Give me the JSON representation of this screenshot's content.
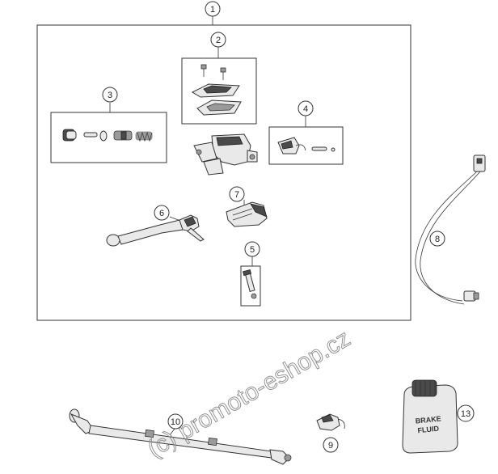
{
  "callouts": [
    {
      "id": "c1",
      "label": "1"
    },
    {
      "id": "c2",
      "label": "2"
    },
    {
      "id": "c3",
      "label": "3"
    },
    {
      "id": "c4",
      "label": "4"
    },
    {
      "id": "c5",
      "label": "5"
    },
    {
      "id": "c6",
      "label": "6"
    },
    {
      "id": "c7",
      "label": "7"
    },
    {
      "id": "c8",
      "label": "8"
    },
    {
      "id": "c9",
      "label": "9"
    },
    {
      "id": "c10",
      "label": "10"
    },
    {
      "id": "c13",
      "label": "13"
    }
  ],
  "brake_fluid_label": {
    "line1": "BRAKE",
    "line2": "FLUID"
  },
  "watermark": "(c) promoto-eshop.cz"
}
